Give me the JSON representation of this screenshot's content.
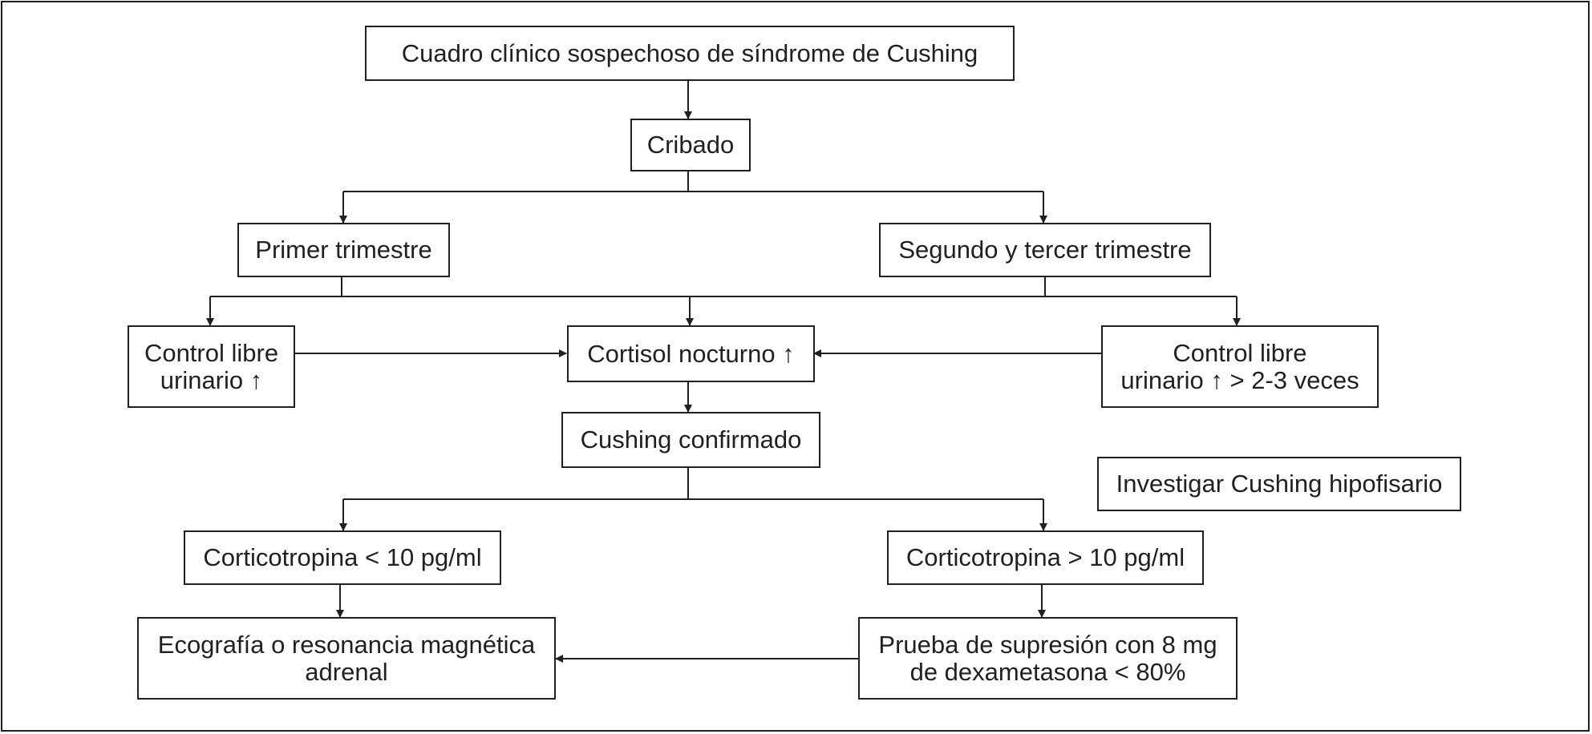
{
  "diagram": {
    "line_color": "#231f20",
    "nodes": {
      "suspect": "Cuadro clínico sospechoso de síndrome de Cushing",
      "screening": "Cribado",
      "first_trimester": "Primer trimestre",
      "second_third_trimester": "Segundo y tercer trimestre",
      "ufc_left": "Control libre\nurinario ↑",
      "night_cortisol": "Cortisol nocturno ↑",
      "ufc_right": "Control libre\nurinario ↑ > 2-3 veces",
      "confirmed": "Cushing confirmado",
      "pituitary": "Investigar Cushing hipofisario",
      "acth_low": "Corticotropina < 10 pg/ml",
      "acth_high": "Corticotropina > 10 pg/ml",
      "imaging": "Ecografía o resonancia magnética\nadrenal",
      "dexa_test": "Prueba de supresión con 8 mg\nde dexametasona < 80%"
    }
  }
}
